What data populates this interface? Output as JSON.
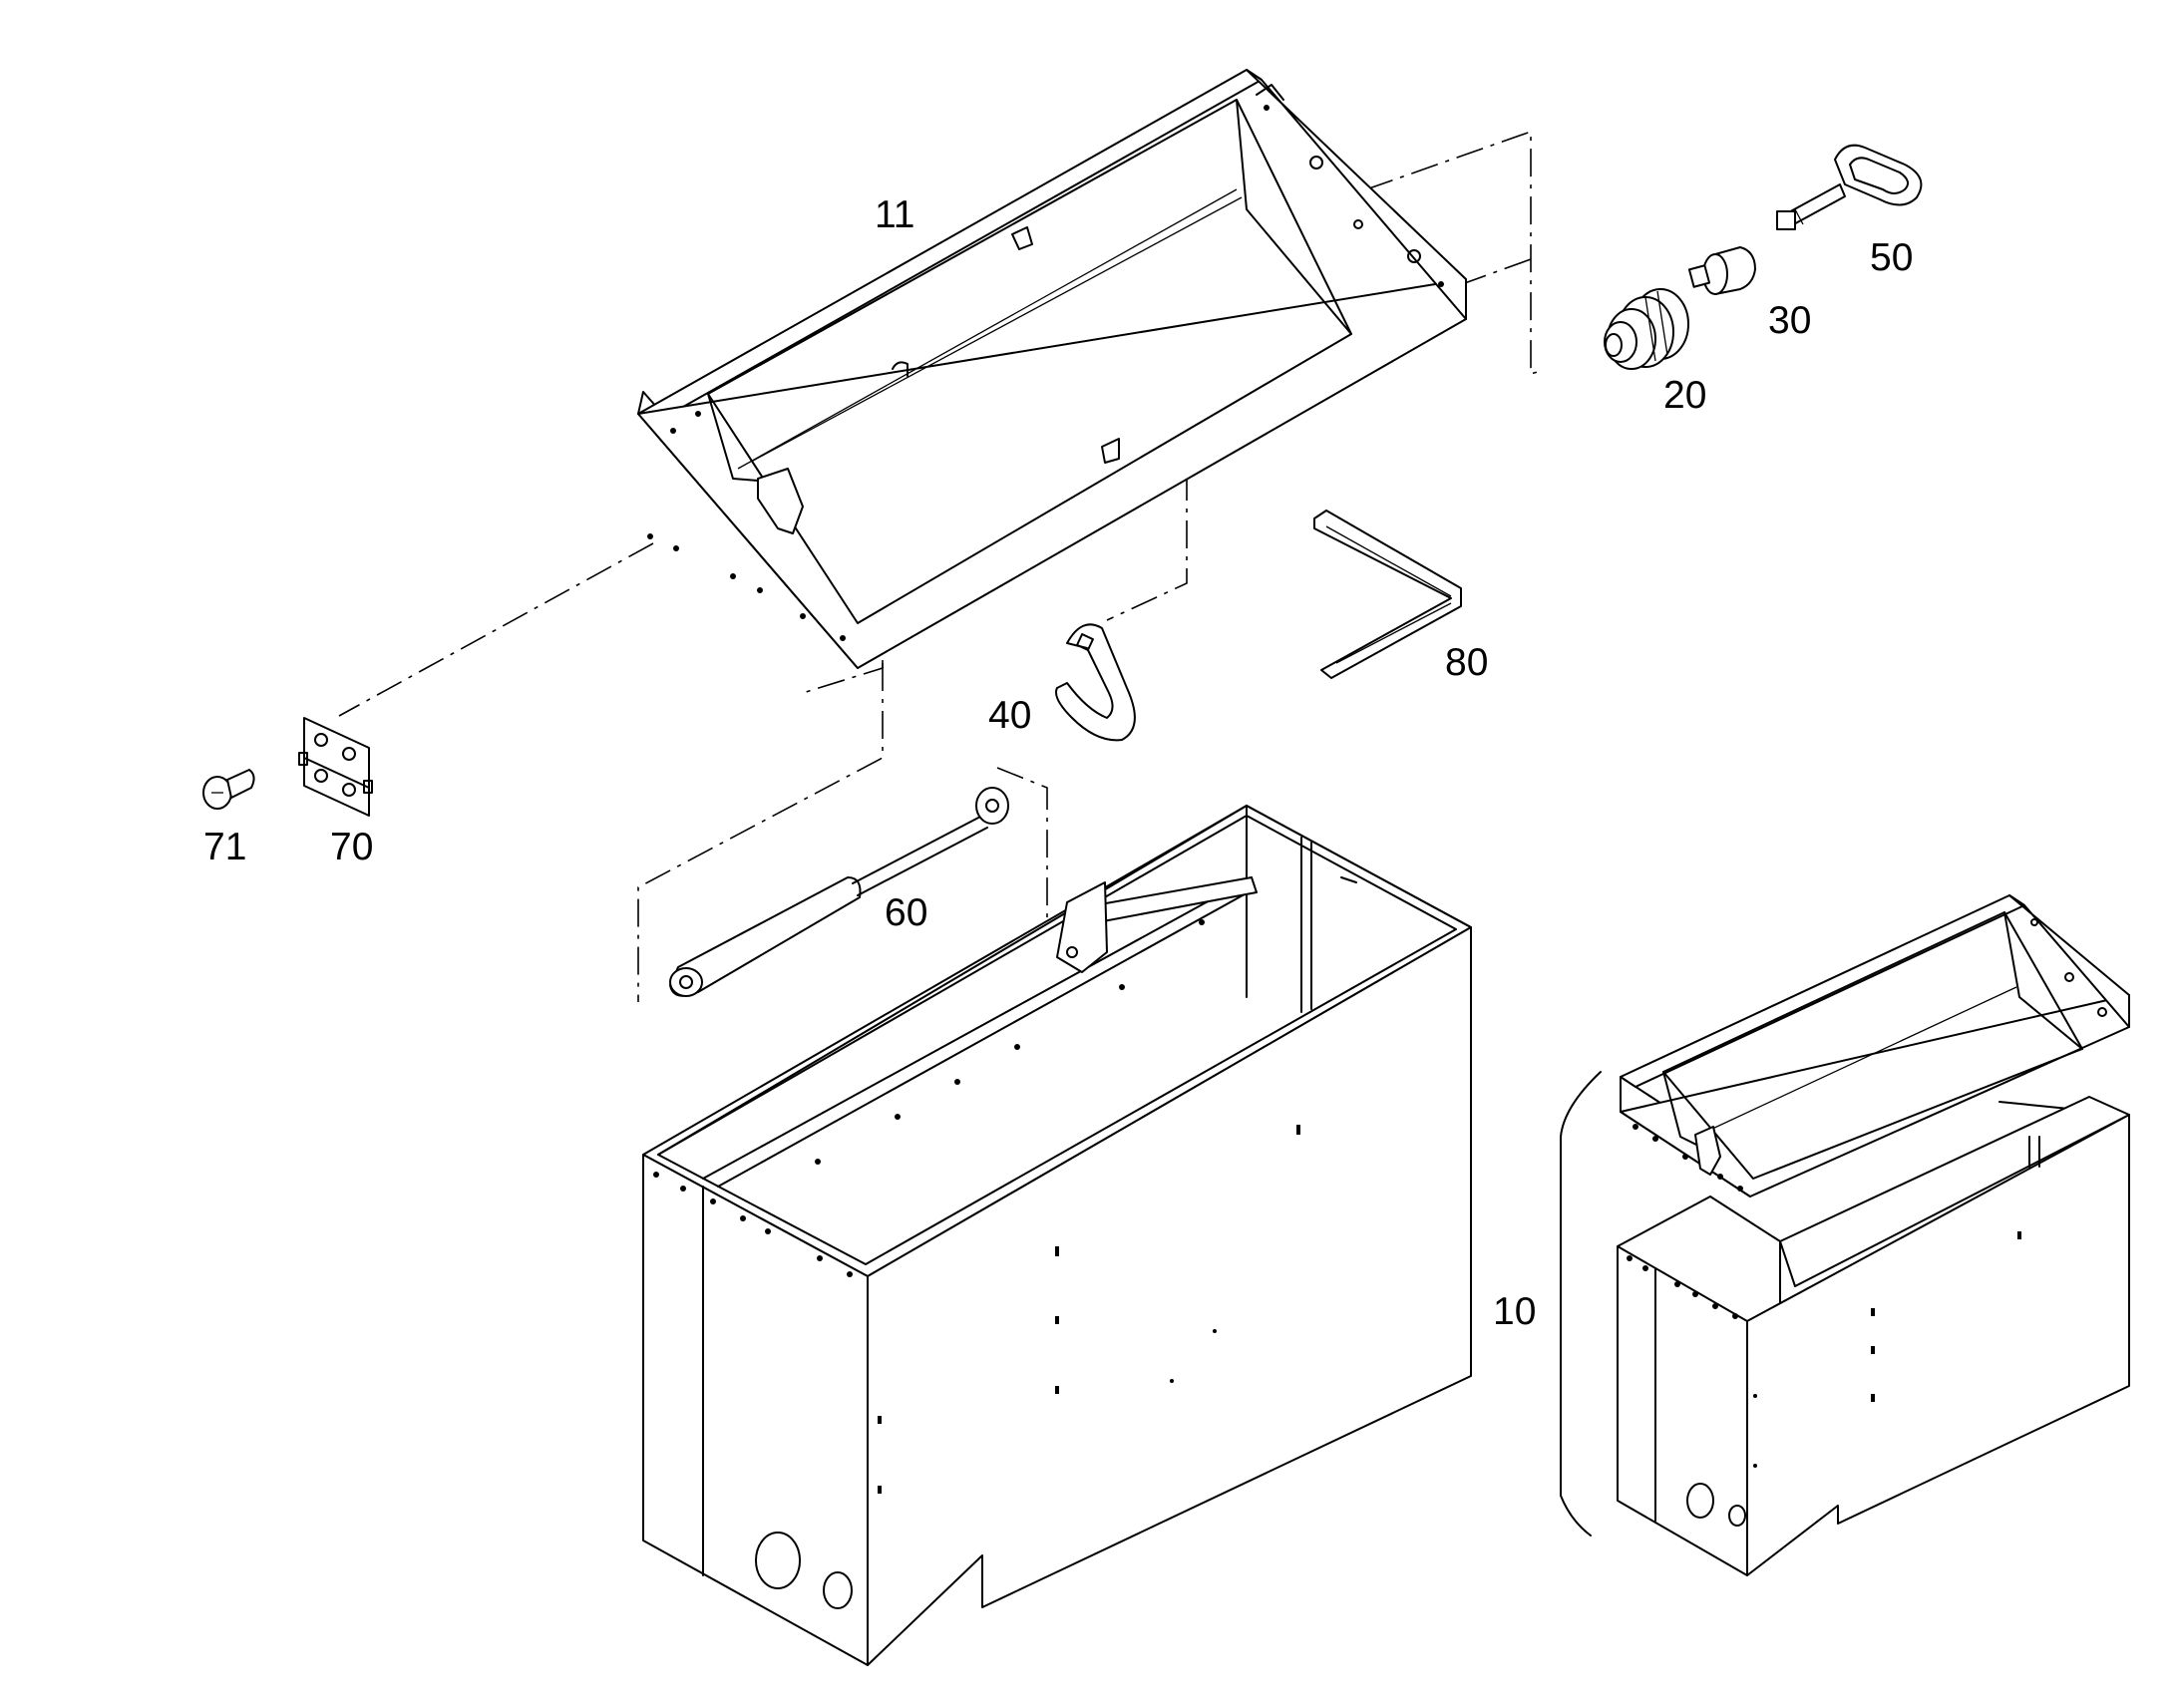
{
  "labels": {
    "p11": "11",
    "p20": "20",
    "p30": "30",
    "p50": "50",
    "p40": "40",
    "p80": "80",
    "p71": "71",
    "p70": "70",
    "p60": "60",
    "p10": "10"
  }
}
